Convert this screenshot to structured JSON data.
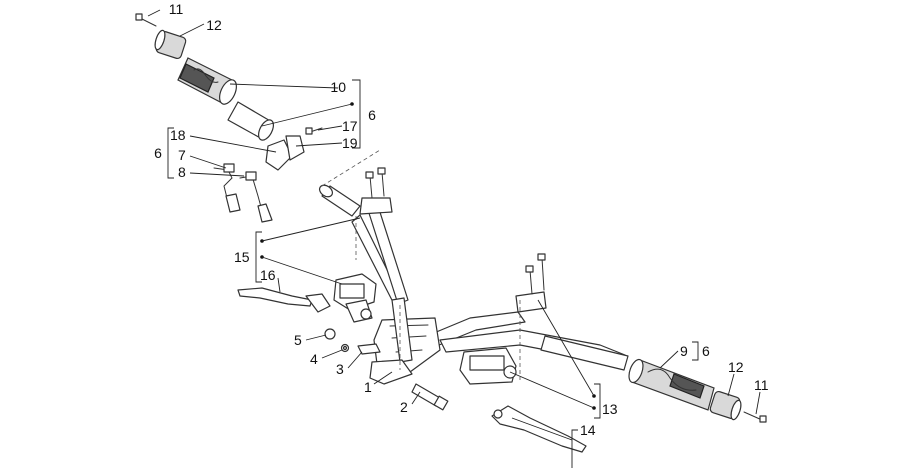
{
  "callouts": [
    {
      "id": "c11a",
      "label": "11"
    },
    {
      "id": "c12a",
      "label": "12"
    },
    {
      "id": "c10",
      "label": "10"
    },
    {
      "id": "c6a",
      "label": "6"
    },
    {
      "id": "c17",
      "label": "17"
    },
    {
      "id": "c18",
      "label": "18"
    },
    {
      "id": "c19",
      "label": "19"
    },
    {
      "id": "c6b",
      "label": "6"
    },
    {
      "id": "c7",
      "label": "7"
    },
    {
      "id": "c8",
      "label": "8"
    },
    {
      "id": "c15",
      "label": "15"
    },
    {
      "id": "c16",
      "label": "16"
    },
    {
      "id": "c5",
      "label": "5"
    },
    {
      "id": "c4",
      "label": "4"
    },
    {
      "id": "c3",
      "label": "3"
    },
    {
      "id": "c1",
      "label": "1"
    },
    {
      "id": "c2",
      "label": "2"
    },
    {
      "id": "c9",
      "label": "9"
    },
    {
      "id": "c6c",
      "label": "6"
    },
    {
      "id": "c12b",
      "label": "12"
    },
    {
      "id": "c11b",
      "label": "11"
    },
    {
      "id": "c13",
      "label": "13"
    },
    {
      "id": "c14",
      "label": "14"
    }
  ]
}
